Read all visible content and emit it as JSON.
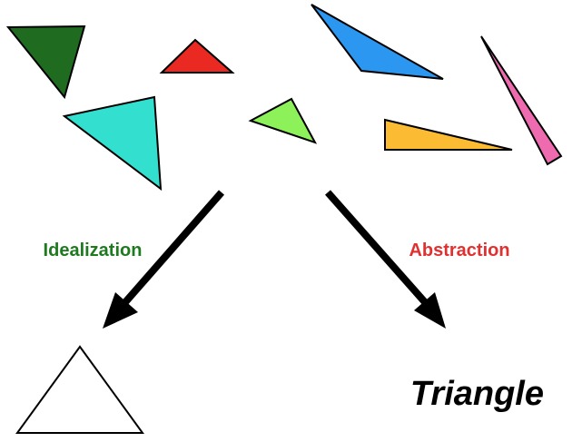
{
  "labels": {
    "idealization": "Idealization",
    "abstraction": "Abstraction",
    "concept": "Triangle"
  },
  "colors": {
    "idealization": "#1e7a1e",
    "abstraction": "#e03030",
    "triangles": {
      "dark-green": "#1f6b1f",
      "red": "#ea2a22",
      "blue": "#2b97f0",
      "pink": "#ee6bb0",
      "turquoise": "#33dfcf",
      "light-green": "#8df25a",
      "orange": "#fbbb33",
      "ideal": "#ffffff"
    },
    "arrow": "#000000"
  }
}
